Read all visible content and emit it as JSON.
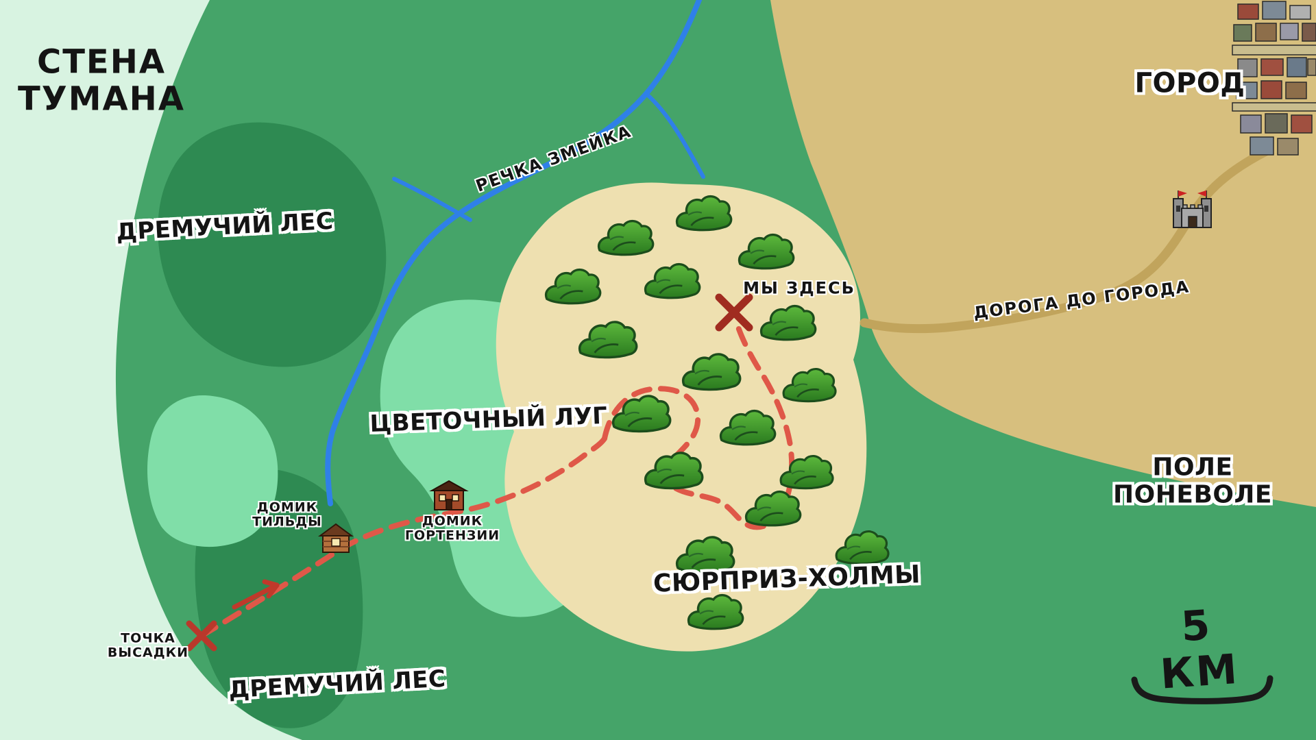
{
  "regions": {
    "fog_wall": {
      "label": "СТЕНА\nТУМАНА"
    },
    "dense_forest_north": {
      "label": "ДРЕМУЧИЙ ЛЕС"
    },
    "dense_forest_south": {
      "label": "ДРЕМУЧИЙ ЛЕС"
    },
    "flower_meadow": {
      "label": "ЦВЕТОЧНЫЙ ЛУГ"
    },
    "surprise_hills": {
      "label": "СЮРПРИЗ-ХОЛМЫ"
    },
    "city": {
      "label": "ГОРОД"
    },
    "field_ponevole": {
      "label": "ПОЛЕ ПОНЕВОЛЕ"
    }
  },
  "features": {
    "river": {
      "label": "РЕЧКА ЗМЕЙКА"
    },
    "road": {
      "label": "ДОРОГА ДО ГОРОДА"
    },
    "we_are_here": {
      "label": "МЫ ЗДЕСЬ"
    },
    "drop_point": {
      "label": "ТОЧКА\nВЫСАДКИ"
    },
    "tilda_house": {
      "label": "ДОМИК\nТИЛЬДЫ"
    },
    "hortensia_house": {
      "label": "ДОМИК\nГОРТЕНЗИИ"
    }
  },
  "scale_bar": {
    "label": "5 КМ"
  },
  "colors": {
    "fog_background": "#d8f3e1",
    "land_green": "#45a469",
    "forest_dark_green": "#2e8a52",
    "meadow_light_green": "#80dea8",
    "hills_beige": "#eee0b0",
    "city_field_tan": "#d7bf7e",
    "road_tan": "#c1a45c",
    "river_blue": "#2f80e8",
    "route_red": "#df5848",
    "marker_dark_red": "#a02c20"
  }
}
